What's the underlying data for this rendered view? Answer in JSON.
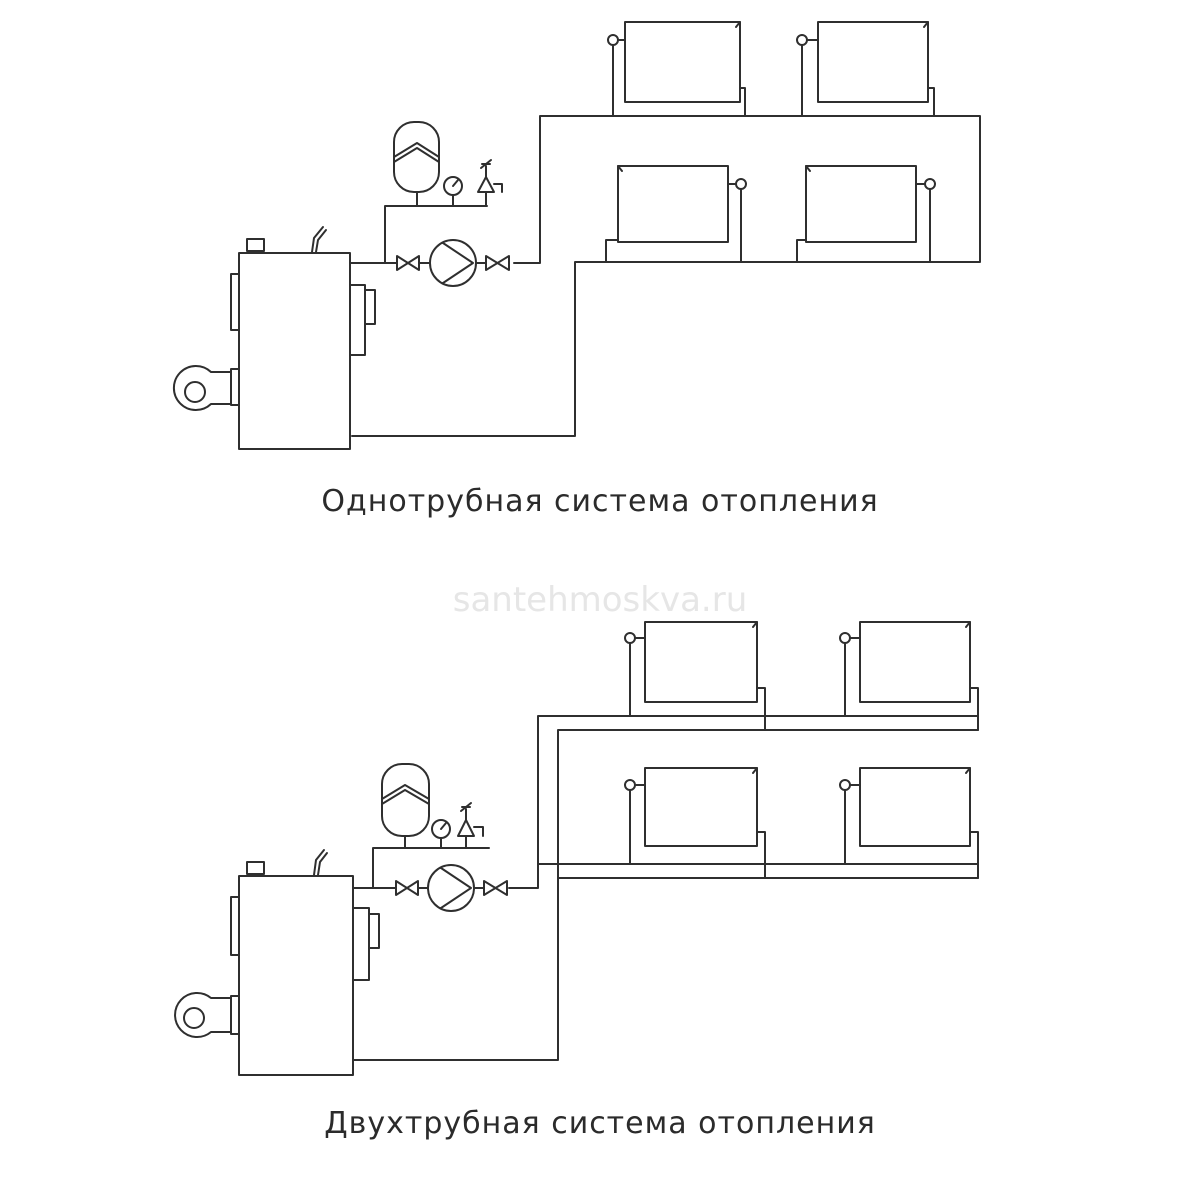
{
  "captions": {
    "one_pipe": "Однотрубная система отопления",
    "two_pipe": "Двухтрубная система отопления"
  },
  "watermark": "santehmoskva.ru",
  "colors": {
    "line": "#2f2f2f",
    "text": "#2b2b2b",
    "watermark": "#e6e6e6",
    "background": "#ffffff"
  }
}
